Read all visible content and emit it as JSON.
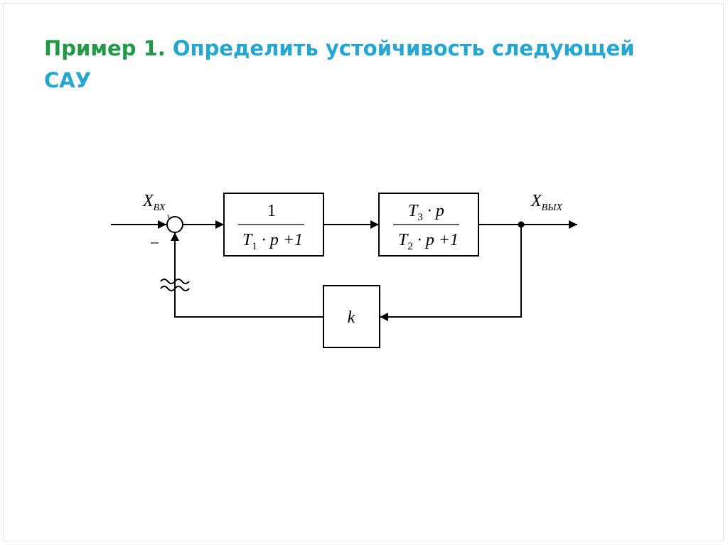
{
  "slide": {
    "title_prefix": "Пример 1.",
    "title_main": " Определить устойчивость следующей САУ",
    "colors": {
      "prefix": "#1f9a44",
      "main": "#21a7d6"
    }
  },
  "diagram": {
    "input_label": {
      "main": "X",
      "sub": "ВХ"
    },
    "output_label": {
      "main": "X",
      "sub": "ВЫХ"
    },
    "minus_sign": "–",
    "block1": {
      "numerator": "1",
      "den_T": "T",
      "den_sub": "1",
      "den_rest": " · p +1"
    },
    "block2": {
      "num_T": "T",
      "num_sub": "3",
      "num_rest": " · p",
      "den_T": "T",
      "den_sub": "2",
      "den_rest": " · p +1"
    },
    "feedback_block": {
      "label": "k"
    }
  }
}
